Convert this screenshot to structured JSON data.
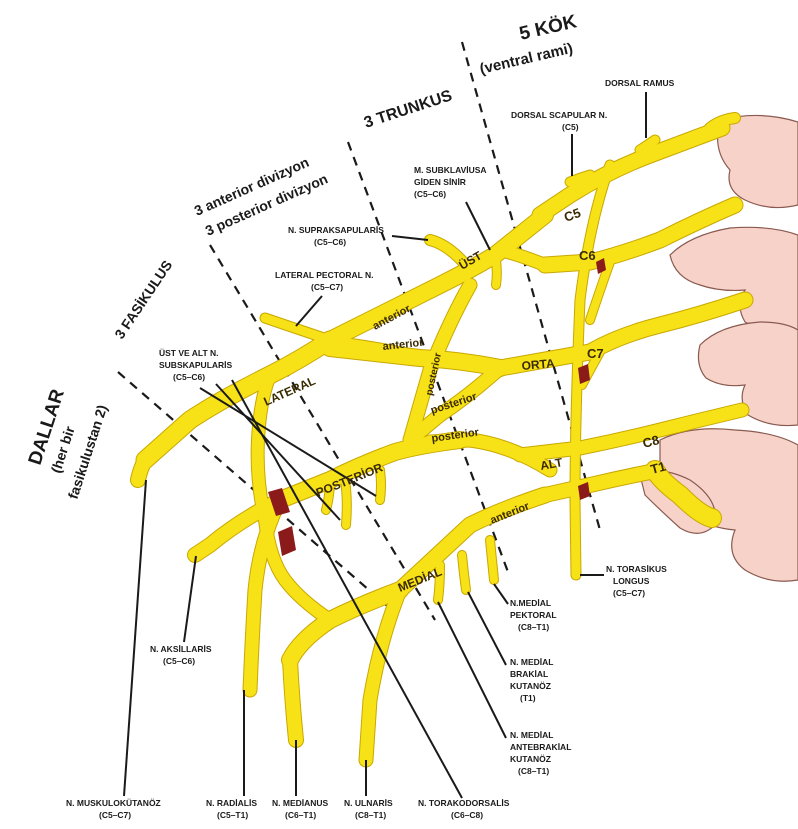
{
  "colors": {
    "nerve": "#f7e117",
    "nerve_edge": "#c9a800",
    "vertebra": "#f7d2c8",
    "vertebra_edge": "#8a5a50",
    "accent_dark_red": "#8b1a1a",
    "line": "#1a1a1a"
  },
  "zones": {
    "roots_title": "5 KÖK",
    "roots_subtitle": "(ventral rami)",
    "trunks": "3 TRUNKUS",
    "divisions_anterior": "3 anterior divizyon",
    "divisions_posterior": "3 posterior divizyon",
    "cords": "3 FASİKULUS",
    "branches_title": "DALLAR",
    "branches_subtitle_1": "(her bir",
    "branches_subtitle_2": "fasikulustan 2)"
  },
  "roots": [
    "C5",
    "C6",
    "C7",
    "C8",
    "T1"
  ],
  "trunks": [
    "ÜST",
    "ORTA",
    "ALT"
  ],
  "cords": [
    "LATERAL",
    "POSTERİOR",
    "MEDİAL"
  ],
  "division_labels": {
    "upper_anterior": "anterior",
    "middle_anterior": "anterior",
    "upper_posterior": "posterior",
    "middle_posterior": "posterior",
    "lower_posterior": "posterior",
    "lower_anterior": "anterior"
  },
  "labels": {
    "dorsal_ramus": [
      "DORSAL RAMUS"
    ],
    "dorsal_scapular": [
      "DORSAL SCAPULAR N.",
      "(C5)"
    ],
    "subclavius": [
      "M. SUBKLAVİUSA",
      "GİDEN SİNİR",
      "(C5–C6)"
    ],
    "suprascapular": [
      "N. SUPRAKSAPULARİS",
      "(C5–C6)"
    ],
    "lateral_pectoral": [
      "LATERAL PECTORAL N.",
      "(C5–C7)"
    ],
    "subscapular": [
      "ÜST VE ALT N.",
      "SUBSKAPULARİS",
      "(C5–C6)"
    ],
    "long_thoracic": [
      "N. TORASİKUS",
      "LONGUS",
      "(C5–C7)"
    ],
    "medial_pectoral": [
      "N.MEDİAL",
      "PEKTORAL",
      "(C8–T1)"
    ],
    "medial_brachial": [
      "N. MEDİAL",
      "BRAKİAL",
      "KUTANÖZ",
      "(T1)"
    ],
    "medial_antebrachial": [
      "N. MEDİAL",
      "ANTEBRAKİAL",
      "KUTANÖZ",
      "(C8–T1)"
    ],
    "axillary": [
      "N. AKSİLLARİS",
      "(C5–C6)"
    ],
    "musculocutaneous": [
      "N. MUSKULOKÜTANÖZ",
      "(C5–C7)"
    ],
    "radial": [
      "N. RADİALİS",
      "(C5–T1)"
    ],
    "median": [
      "N. MEDİANUS",
      "(C6–T1)"
    ],
    "ulnar": [
      "N. ULNARİS",
      "(C8–T1)"
    ],
    "thoracodorsal": [
      "N. TORAKODORSALİS",
      "(C6–C8)"
    ]
  }
}
